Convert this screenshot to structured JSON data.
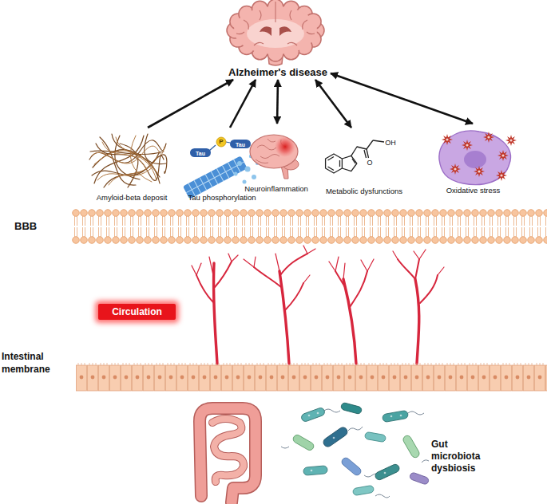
{
  "diagram": {
    "nodes": [
      {
        "text": [
          "Alzheimer's disease"
        ]
      },
      {
        "text": [
          "Amyloid-beta deposit"
        ]
      },
      {
        "text": [
          "Tau phosphorylation"
        ]
      },
      {
        "text": [
          "Neuroinflammation"
        ]
      },
      {
        "text": [
          "Metabolic dysfunctions"
        ]
      },
      {
        "text": [
          "Oxidative stress"
        ]
      },
      {
        "text": [
          "BBB"
        ]
      },
      {
        "text": [
          "Circulation"
        ]
      },
      {
        "text": [
          "Intestinal membrane"
        ]
      },
      {
        "text": [
          "Gut microbiota dysbiosis"
        ]
      }
    ],
    "edges": [
      {
        "from": 1,
        "to": 0,
        "arrow": "to"
      },
      {
        "from": 2,
        "to": 0,
        "arrow": "to"
      },
      {
        "from": 3,
        "to": 0,
        "arrow": "both"
      },
      {
        "from": 4,
        "to": 0,
        "arrow": "both"
      },
      {
        "from": 5,
        "to": 0,
        "arrow": "both"
      }
    ],
    "labels": [
      "Tau",
      "P",
      "Tau",
      "O",
      "OH"
    ]
  }
}
